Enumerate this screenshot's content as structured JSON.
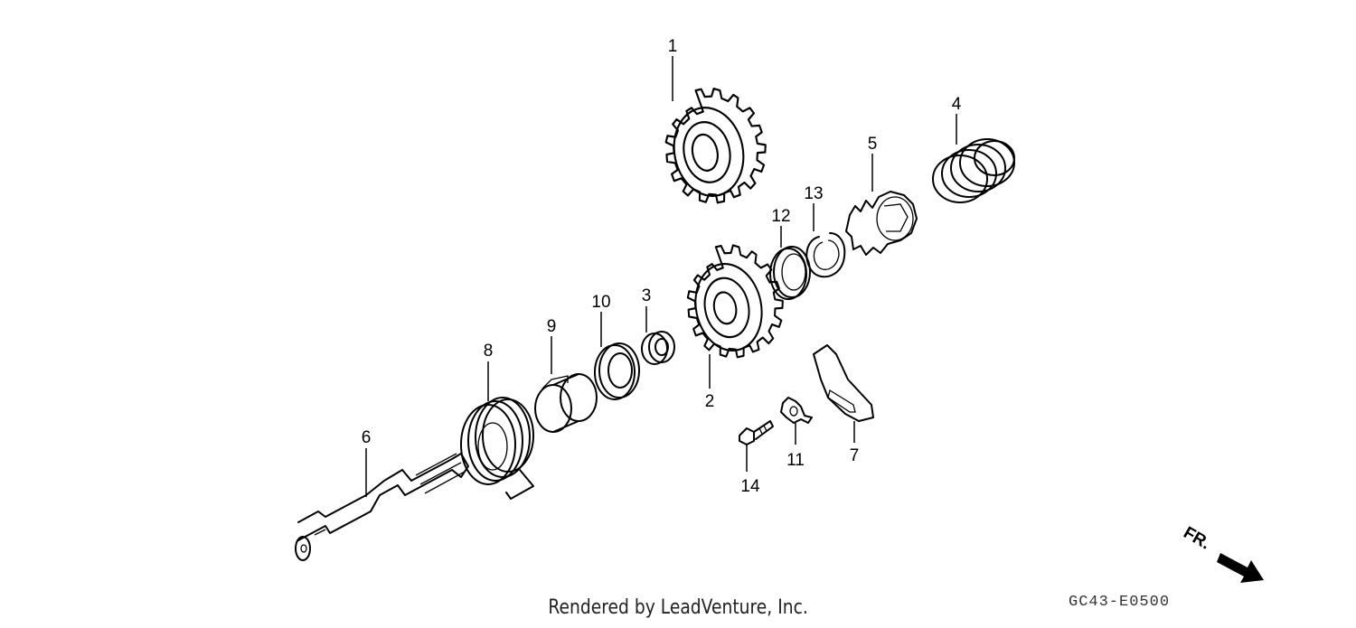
{
  "diagram": {
    "callouts": [
      "1",
      "2",
      "3",
      "4",
      "5",
      "6",
      "7",
      "8",
      "9",
      "10",
      "11",
      "12",
      "13",
      "14"
    ],
    "direction_label": "FR.",
    "drawing_code": "GC43-E0500"
  },
  "footer": {
    "rendered_by": "Rendered by LeadVenture, Inc."
  }
}
